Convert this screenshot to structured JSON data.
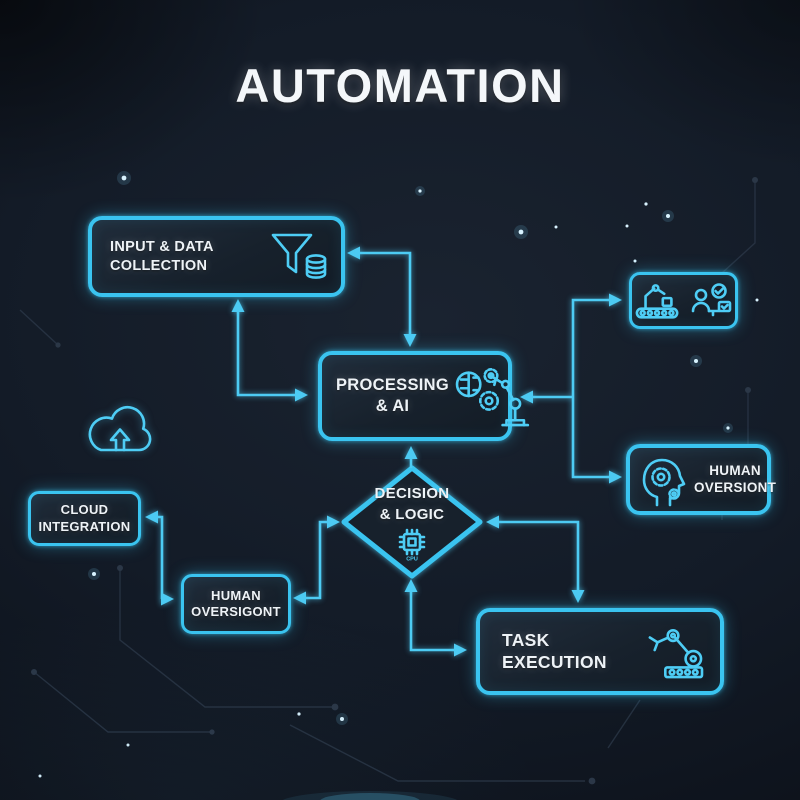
{
  "title": "AUTOMATION",
  "colors": {
    "accent": "#3ac4f0",
    "background": "#10161f",
    "panel": "#18222d",
    "text": "#eef3f7"
  },
  "nodes": {
    "input_data_collection": {
      "label": "INPUT & DATA COLLECTION",
      "icons": [
        "funnel-icon",
        "database-icon"
      ]
    },
    "processing_ai": {
      "line1": "PROCESSING",
      "line2": "& AI",
      "icons": [
        "brain-icon",
        "gear-icon",
        "robot-arm-icon"
      ]
    },
    "automation_capabilities": {
      "icons": [
        "robot-conveyor-icon",
        "operator-approval-icon"
      ]
    },
    "human_oversight_right": {
      "line1": "HUMAN",
      "line2": "OVERSIONT",
      "icons": [
        "head-gear-icon"
      ]
    },
    "decision_logic": {
      "line1": "DECISION",
      "line2": "& LOGIC",
      "chip_label": "CPU",
      "icons": [
        "cpu-chip-icon"
      ]
    },
    "cloud_integration": {
      "line1": "CLOUD",
      "line2": "INTEGRATION"
    },
    "cloud_upload": {
      "icons": [
        "cloud-upload-icon"
      ]
    },
    "human_oversight_left": {
      "line1": "HUMAN",
      "line2": "OVERSIGONT"
    },
    "task_execution": {
      "label": "TASK EXECUTION",
      "icons": [
        "robot-arm-icon"
      ]
    }
  },
  "edges": [
    {
      "from": "input_data_collection",
      "to": "processing_ai",
      "via": "right-top",
      "arrows": "both"
    },
    {
      "from": "input_data_collection",
      "to": "processing_ai",
      "via": "bottom-left",
      "arrows": "both"
    },
    {
      "from": "decision_logic",
      "to": "processing_ai",
      "via": "top",
      "arrows": "to"
    },
    {
      "from": "processing_ai",
      "to": "automation_capabilities",
      "via": "right-trunk",
      "arrows": "both"
    },
    {
      "from": "processing_ai",
      "to": "human_oversight_right",
      "via": "right-trunk",
      "arrows": "both"
    },
    {
      "from": "decision_logic",
      "to": "task_execution",
      "via": "right-top",
      "arrows": "both"
    },
    {
      "from": "decision_logic",
      "to": "task_execution",
      "via": "bottom-left",
      "arrows": "both"
    },
    {
      "from": "cloud_integration",
      "to": "human_oversight_left",
      "arrows": "both"
    },
    {
      "from": "human_oversight_left",
      "to": "decision_logic",
      "arrows": "both"
    }
  ]
}
